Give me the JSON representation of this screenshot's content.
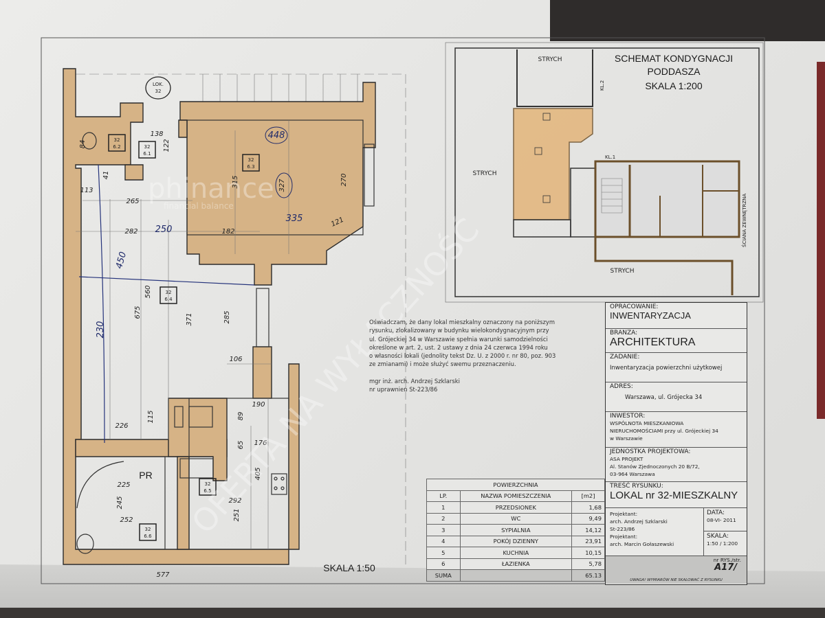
{
  "plan": {
    "lok_label": "LOK.",
    "lok_number": "32",
    "room_tags": [
      {
        "top": "32",
        "bottom": "6.1"
      },
      {
        "top": "32",
        "bottom": "6.2"
      },
      {
        "top": "32",
        "bottom": "6.3"
      },
      {
        "top": "32",
        "bottom": "6.4"
      },
      {
        "top": "32",
        "bottom": "6.5"
      },
      {
        "top": "32",
        "bottom": "6.6"
      }
    ],
    "pr_label": "PR",
    "scale_label": "SKALA 1:50",
    "dimensions": [
      "138",
      "122",
      "84",
      "41",
      "113",
      "265",
      "282",
      "182",
      "315",
      "327",
      "270",
      "121",
      "560",
      "675",
      "371",
      "285",
      "106",
      "226",
      "115",
      "190",
      "89",
      "65",
      "176",
      "405",
      "225",
      "245",
      "252",
      "292",
      "251",
      "577"
    ],
    "handwritten": [
      "448",
      "250",
      "335",
      "450",
      "230"
    ]
  },
  "schematic": {
    "title_lines": [
      "SCHEMAT KONDYGNACJI",
      "PODDASZA",
      "SKALA 1:200"
    ],
    "strych": "STRYCH",
    "kl1": "KL.1",
    "kl2": "KL.2",
    "exterior_wall": "ŚCIANA ZEWNĘTRZNA"
  },
  "declaration": {
    "lines": [
      "Oświadczam, że dany lokal mieszkalny oznaczony na poniższym",
      "rysunku, zlokalizowany w budynku wielokondygnacyjnym  przy",
      "ul. Grójeckiej 34 w Warszawie spełnia warunki samodzielności",
      "określone w art. 2, ust. 2 ustawy z dnia 24 czerwca 1994 roku",
      "o własności lokali (jednolity tekst Dz. U. z 2000 r. nr 80, poz. 903",
      "ze zmianami) i może służyć swemu przeznaczeniu."
    ],
    "signature": [
      "mgr inż. arch. Andrzej Szklarski",
      "nr uprawnień St-223/86"
    ]
  },
  "area_table": {
    "title": "POWIERZCHNIA",
    "headers": [
      "LP.",
      "NAZWA POMIESZCZENIA",
      "[m2]"
    ],
    "rows": [
      {
        "lp": "1",
        "name": "PRZEDSIONEK",
        "area": "1,68"
      },
      {
        "lp": "2",
        "name": "WC",
        "area": "9,49"
      },
      {
        "lp": "3",
        "name": "SYPIALNIA",
        "area": "14,12"
      },
      {
        "lp": "4",
        "name": "POKÓJ DZIENNY",
        "area": "23,91"
      },
      {
        "lp": "5",
        "name": "KUCHNIA",
        "area": "10,15"
      },
      {
        "lp": "6",
        "name": "ŁAZIENKA",
        "area": "5,78"
      }
    ],
    "sum_label": "SUMA",
    "sum_value": "65.13"
  },
  "title_block": {
    "opracowanie_label": "OPRACOWANIE:",
    "opracowanie": "INWENTARYZACJA",
    "branza_label": "BRANZA:",
    "branza": "ARCHITEKTURA",
    "zadanie_label": "ZADANIE:",
    "zadanie": "Inwentaryzacja powierzchni użytkowej",
    "adres_label": "ADRES:",
    "adres": "Warszawa, ul. Grójecka 34",
    "inwestor_label": "INWESTOR:",
    "inwestor_lines": [
      "WSPÓLNOTA MIESZKANIOWA",
      "NIERUCHOMOŚCIAMI przy ul. Grójeckiej 34",
      "w Warszawie"
    ],
    "jednostka_label": "JEDNOSTKA PROJEKTOWA:",
    "jednostka_lines": [
      "ASA PROJEKT",
      "Al. Stanów Zjednoczonych 20 B/72,",
      "03-964 Warszawa"
    ],
    "tresc_label": "TREŚĆ RYSUNKU:",
    "tresc": "LOKAL nr 32-MIESZKALNY",
    "projektant_lines": [
      "Projektant:",
      "arch. Andrzej Szklarski",
      "St-223/86",
      "Projektant:",
      "arch. Marcin Gołaszewski"
    ],
    "data_label": "DATA:",
    "data": "08-VI- 2011",
    "skala_label": "SKALA:",
    "skala": "1:50 / 1:200",
    "nr_label": "nr RYS./str.",
    "nr": "A17/",
    "note": "UWAGA! WYMIARÓW NIE SKALOWAĆ Z RYSUNKU"
  },
  "watermarks": {
    "brand": "phinance",
    "brand_sub": "financial balance",
    "offer": "OFERTA NA WYŁĄCZNOŚĆ"
  },
  "colors": {
    "wall": "#d6b386",
    "paper": "#e6e6e4",
    "highlight": "#e3b57a"
  }
}
